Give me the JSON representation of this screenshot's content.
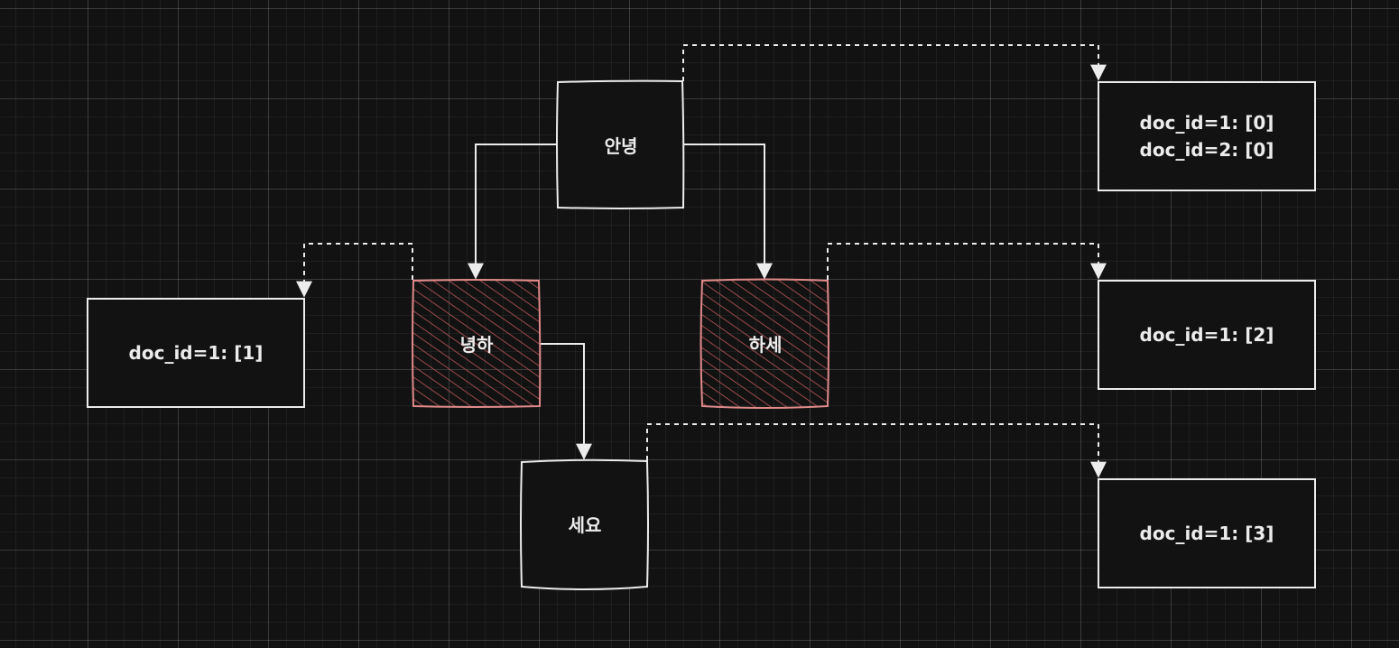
{
  "colors": {
    "background": "#121212",
    "stroke": "#ececec",
    "highlight_stroke": "#e08a8a",
    "highlight_hatch": "#9a4a4a",
    "box_fill": "#121212"
  },
  "nodes": {
    "annyeong": "안녕",
    "nyeongha": "녕하",
    "hase": "하세",
    "seyo": "세요"
  },
  "postings": {
    "annyeong": [
      "doc_id=1: [0]",
      "doc_id=2: [0]"
    ],
    "nyeongha": [
      "doc_id=1: [1]"
    ],
    "hase": [
      "doc_id=1: [2]"
    ],
    "seyo": [
      "doc_id=1: [3]"
    ]
  }
}
